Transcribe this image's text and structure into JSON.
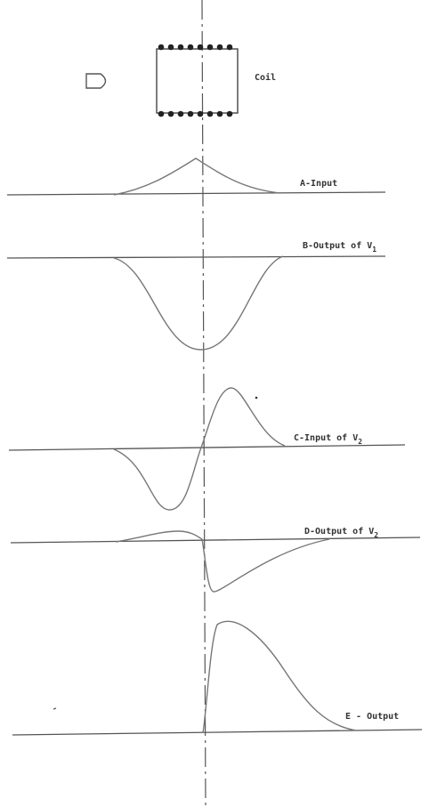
{
  "coil": {
    "label": "Coil"
  },
  "traces": [
    {
      "id": "A",
      "label": "A-Input"
    },
    {
      "id": "B",
      "label": "B-Output of V",
      "sub": "1"
    },
    {
      "id": "C",
      "label": "C-Input of V",
      "sub": "2"
    },
    {
      "id": "D",
      "label": "D-Output of V",
      "sub": "2"
    },
    {
      "id": "E",
      "label": "E - Output"
    }
  ],
  "colors": {
    "ink": "#333333",
    "line": "#555555",
    "wave": "#777777",
    "background": "#ffffff"
  }
}
